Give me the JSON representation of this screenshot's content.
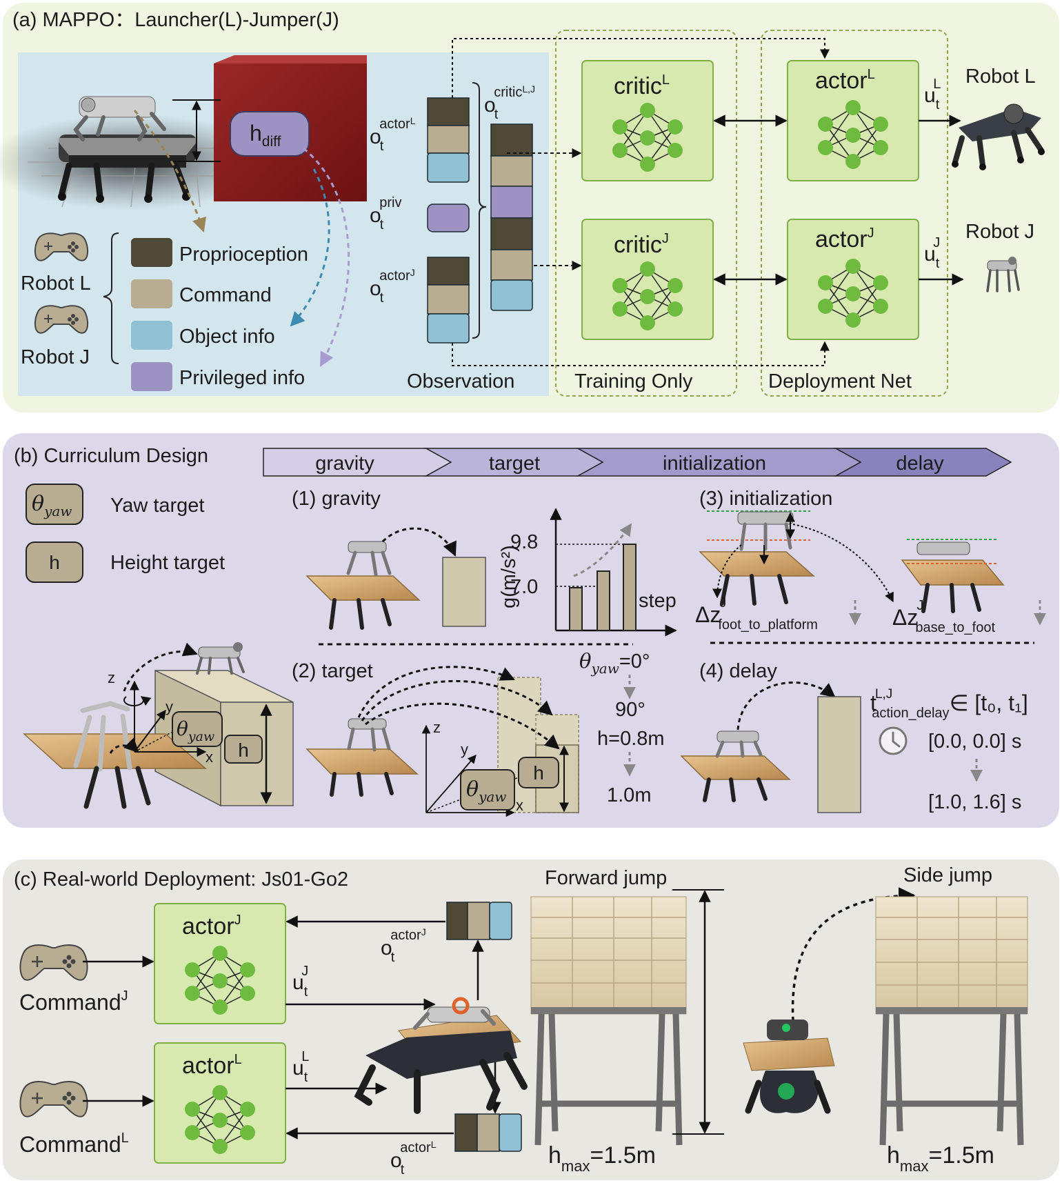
{
  "panel_a": {
    "title": "(a) MAPPO：Launcher(L)-Jumper(J)",
    "legend": {
      "robot_l": "Robot L",
      "robot_j": "Robot J",
      "proprioception": "Proprioception",
      "command": "Command",
      "object_info": "Object info",
      "privileged_info": "Privileged info"
    },
    "h_diff": {
      "base": "h",
      "sub": "diff"
    },
    "obs": {
      "o": "o",
      "t": "t",
      "actor_l_sup": "actor",
      "actor_l_sup2": "L",
      "priv_sup": "priv",
      "actor_j_sup": "actor",
      "actor_j_sup2": "J",
      "critic_sup": "critic",
      "critic_sup2": "L,J"
    },
    "observation_label": "Observation",
    "training_only_label": "Training Only",
    "deployment_net_label": "Deployment Net",
    "critic_l": {
      "base": "critic",
      "sup": "L"
    },
    "critic_j": {
      "base": "critic",
      "sup": "J"
    },
    "actor_l": {
      "base": "actor",
      "sup": "L"
    },
    "actor_j": {
      "base": "actor",
      "sup": "J"
    },
    "u_l": {
      "base": "u",
      "sub": "t",
      "sup": "L"
    },
    "u_j": {
      "base": "u",
      "sub": "t",
      "sup": "J"
    },
    "robot_l_label": "Robot L",
    "robot_j_label": "Robot J"
  },
  "panel_b": {
    "title": "(b) Curriculum Design",
    "stages": [
      "gravity",
      "target",
      "initialization",
      "delay"
    ],
    "legend": {
      "theta_symbol": "θ",
      "theta_sub": "yaw",
      "yaw_target": "Yaw target",
      "h_symbol": "h",
      "height_target": "Height target"
    },
    "gravity": {
      "label": "(1) gravity",
      "ylabel": "g(m/s²)",
      "ytick_top": "9.8",
      "ytick_bottom": "7.0",
      "xlabel": "step"
    },
    "target": {
      "label": "(2) target",
      "theta_line": "=0°",
      "deg90": "90°",
      "h08": "h=0.8m",
      "h10": "1.0m"
    },
    "initialization": {
      "label": "(3) initialization",
      "dz": "Δz",
      "dz_sup": "J",
      "dz1_sub": "foot_to_platform",
      "dz2_sub": "base_to_foot"
    },
    "delay": {
      "label": "(4) delay",
      "t": "t",
      "t_sup": "L,J",
      "t_sub": "action_delay",
      "range": "∈ [t₀, t₁]",
      "from": "[0.0, 0.0] s",
      "to": "[1.0, 1.6] s"
    },
    "axes": {
      "x": "x",
      "y": "y",
      "z": "z"
    }
  },
  "panel_c": {
    "title": "(c) Real-world Deployment: Js01-Go2",
    "command_j": {
      "base": "Command",
      "sup": "J"
    },
    "command_l": {
      "base": "Command",
      "sup": "L"
    },
    "actor_j": {
      "base": "actor",
      "sup": "J"
    },
    "actor_l": {
      "base": "actor",
      "sup": "L"
    },
    "u_j": {
      "base": "u",
      "sub": "t",
      "sup": "J"
    },
    "u_l": {
      "base": "u",
      "sub": "t",
      "sup": "L"
    },
    "o_actor_j": {
      "base": "o",
      "sub": "t",
      "sup": "actor",
      "sup2": "J"
    },
    "o_actor_l": {
      "base": "o",
      "sub": "t",
      "sup": "actor",
      "sup2": "L"
    },
    "forward_jump": "Forward jump",
    "side_jump": "Side jump",
    "hmax_forward": {
      "base": "h",
      "sub": "max",
      "rest": "=1.5m"
    },
    "hmax_side": {
      "base": "h",
      "sub": "max",
      "rest": "=1.5m"
    }
  },
  "colors": {
    "panel_a_bg": "#f0f5e1",
    "panel_a_inner": "#d3e6ee",
    "panel_b_bg": "#dcd8ea",
    "panel_c_bg": "#e9e7e2",
    "net_green": "#d8e9b0",
    "net_border": "#7fb046",
    "node_green": "#6fbb3f",
    "proprio": "#4f4938",
    "command": "#b8ad92",
    "object": "#8fc0d3",
    "priv": "#9d93c2",
    "box_red": "#8a1c1c",
    "wall_beige": "#cfc8ad",
    "wood": "#c9a06a"
  }
}
